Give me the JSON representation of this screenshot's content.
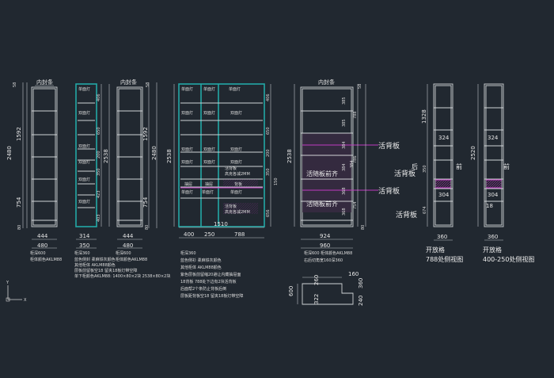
{
  "colors": {
    "background": "#212830",
    "line": "#cfd3d6",
    "cyan": "#22a8a6",
    "magenta": "#c03ac0"
  },
  "labels": {
    "neifengtiao": "内封条",
    "single_light": "单面灯",
    "double_light": "双面灯",
    "drawer": "抽屉",
    "back_panel": "背板",
    "huobei_ban": "活背板",
    "huosui_front": "活随板前齐",
    "back": "后",
    "front": "前",
    "back_panel_note_a": "活背板",
    "back_panel_note_b": "高克各减2MM",
    "open_shelf": "开放格"
  },
  "dims": {
    "c1": {
      "top": "58",
      "h1": "1592",
      "total": "2480",
      "h2": "754",
      "bottom": "80",
      "inner": "444",
      "outer": "480"
    },
    "c2": {
      "d1": "406",
      "d2": "650",
      "d3": "200",
      "d4": "350",
      "d5": "423",
      "d6": "403",
      "total": "2538",
      "inner": "314",
      "outer": "350"
    },
    "c3": {
      "top": "58",
      "h1": "1592",
      "total": "2480",
      "h2": "754",
      "bottom": "80",
      "inner": "444",
      "outer": "480"
    },
    "c4": {
      "d1": "406",
      "d2": "650",
      "d3": "200",
      "d4": "350",
      "d5": "656",
      "left": "2538",
      "side": "150",
      "width": "1510",
      "w1": "400",
      "w2": "250",
      "w3": "788"
    },
    "c5": {
      "top": "58",
      "r1": "385",
      "r2": "385",
      "r3": "384",
      "r4": "384",
      "r5": "368",
      "r6": "368",
      "r7": "384",
      "t1": "788",
      "t2": "786",
      "t3": "754",
      "bottom": "80",
      "left": "2538",
      "inner": "924",
      "outer": "960"
    },
    "c6": {
      "h1": "1328",
      "w1": "324",
      "h2": "350",
      "h3": "674",
      "w2": "304",
      "outer": "360"
    },
    "c7": {
      "total": "2520",
      "w1": "324",
      "w2": "304",
      "small": "18",
      "outer": "360"
    },
    "detail": {
      "a": "260",
      "b": "160",
      "c": "360",
      "left": "600",
      "d": "322",
      "e": "240"
    }
  },
  "notes": {
    "c1": [
      "柜深600",
      "柜体颜色AKLM88"
    ],
    "c2": [
      "柜深360",
      "蓝色侧封 柔麻铁灰颜色",
      "其他柜体 AKLM88颜色",
      "层板前留板空18 留夹18板灯带空障",
      "单下柜颜色AKLM88: 1400×80×2块 2538×80×2块"
    ],
    "c3": [
      "柜深600",
      "柜体颜色AKLM88"
    ],
    "c4": [
      "柜深360",
      "蓝色侧衫 柔麻铁灰颜色",
      "其他柜体 AKLM88颜色",
      "紫色层板前留缩20避让内藏抽屉面",
      "18背板  788处下边有2块活背板",
      "后面帮2个条防止背板后倒",
      "层板距背板空18 留夹18板灯带空障"
    ],
    "c5": [
      "柜深600 柜体颜色AKLM88",
      "右后切角宽160深360"
    ],
    "c6": [
      "开放格",
      "788处侧视图"
    ],
    "c7": [
      "开放格",
      "400-250处侧视图"
    ]
  },
  "ucs": {
    "y": "Y",
    "x": "X"
  }
}
